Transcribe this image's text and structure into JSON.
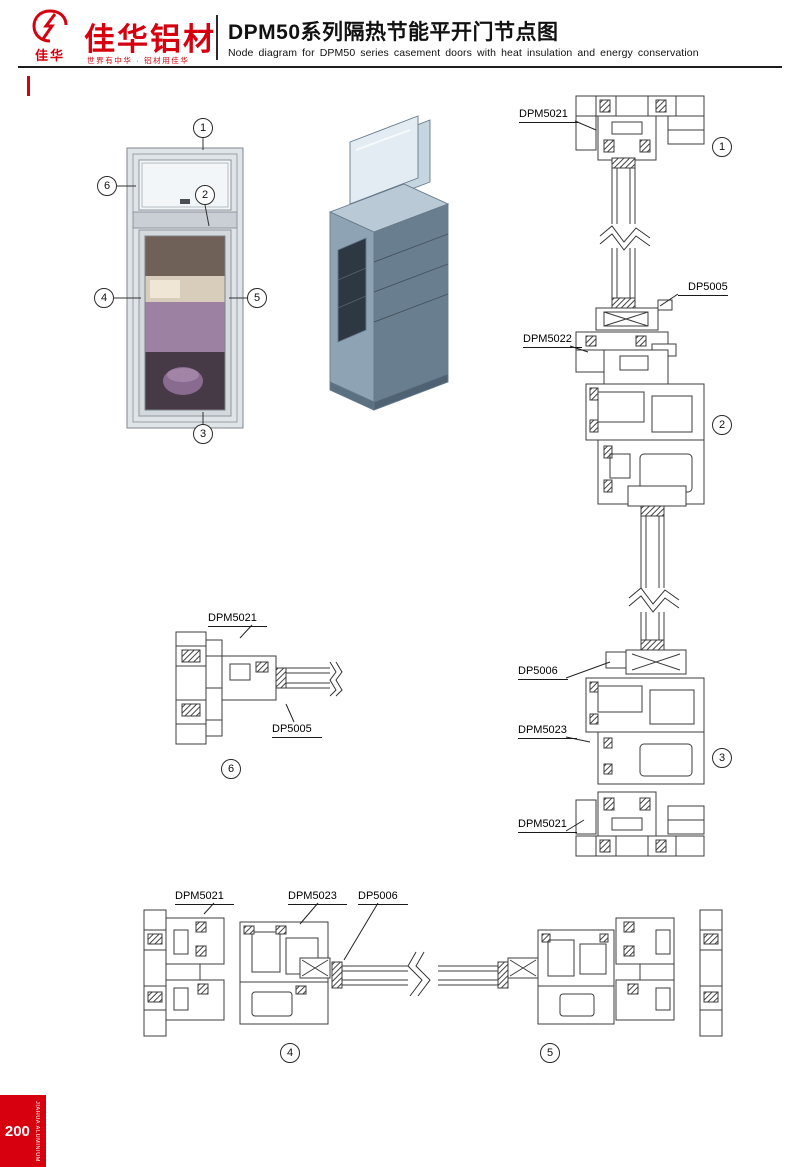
{
  "header": {
    "logo_cn": "佳华",
    "brand_cn": "佳华铝材",
    "slogan": "世界有中华 · 铝材用佳华",
    "title_cn": "DPM50系列隔热节能平开门节点图",
    "title_en": "Node diagram for DPM50 series casement doors with heat insulation and energy conservation"
  },
  "colors": {
    "brand_red": "#d6000f",
    "line": "#3c3c3c",
    "render_blue": "#8ea3b3"
  },
  "elevation": {
    "c1": "1",
    "c2": "2",
    "c3": "3",
    "c4": "4",
    "c5": "5",
    "c6": "6"
  },
  "detail_six": {
    "label_top": "DPM5021",
    "label_bottom": "DP5005",
    "callout": "6"
  },
  "vertical_section": {
    "label_top": "DPM5021",
    "label_dp5005": "DP5005",
    "label_dpm5022": "DPM5022",
    "label_dp5006": "DP5006",
    "label_dpm5023": "DPM5023",
    "label_bottom": "DPM5021",
    "c1": "1",
    "c2": "2",
    "c3": "3"
  },
  "horizontal_section": {
    "label_dpm5021": "DPM5021",
    "label_dpm5023": "DPM5023",
    "label_dp5006": "DP5006",
    "c4": "4",
    "c5": "5"
  },
  "footer": {
    "page_number": "200",
    "brand": "JIAHUA ALUMINIUM"
  }
}
